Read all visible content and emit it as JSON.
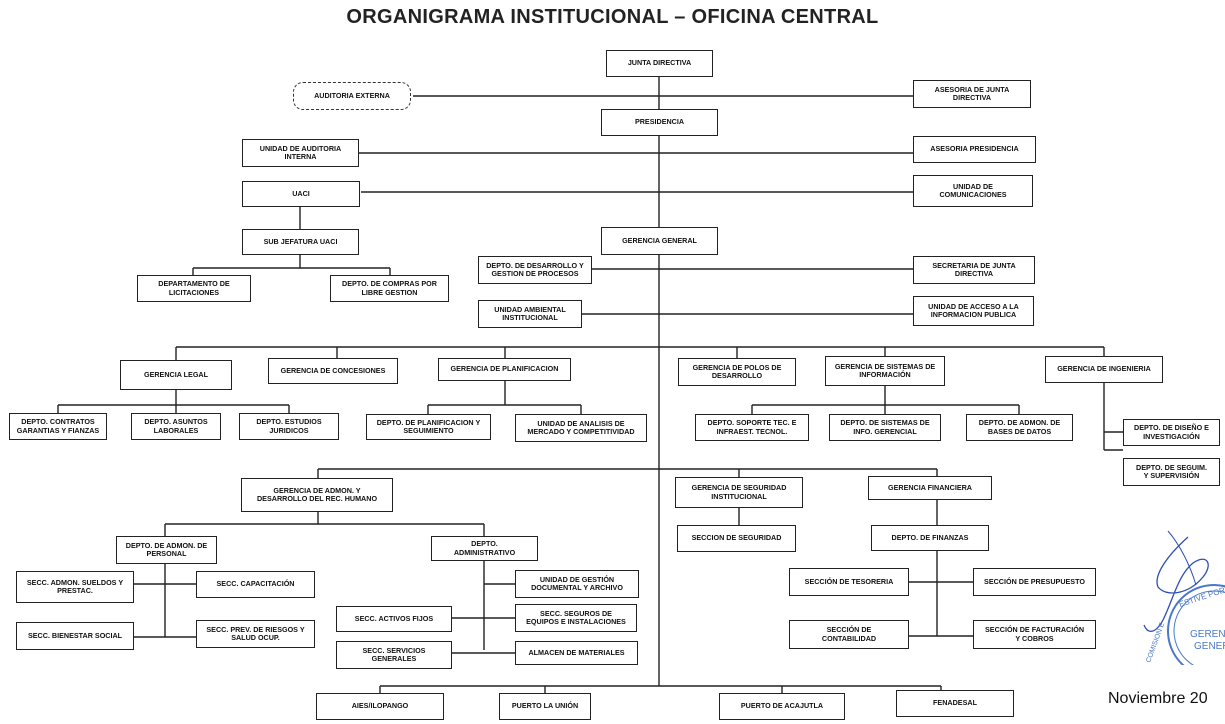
{
  "title": "ORGANIGRAMA INSTITUCIONAL – OFICINA CENTRAL",
  "date_text": "Noviembre 20",
  "stamp": {
    "text_top": "ESTIVE PORT",
    "text_left": "COMISION E",
    "text_right_1": "GERENC",
    "text_right_2": "GENER"
  },
  "nodes": {
    "junta_directiva": "JUNTA DIRECTIVA",
    "auditoria_externa": "AUDITORIA EXTERNA",
    "asesoria_junta": "ASESORIA DE JUNTA\nDIRECTIVA",
    "presidencia": "PRESIDENCIA",
    "unidad_auditoria_interna": "UNIDAD DE AUDITORIA\nINTERNA",
    "asesoria_presidencia": "ASESORIA PRESIDENCIA",
    "uaci": "UACI",
    "unidad_comunicaciones": "UNIDAD DE\nCOMUNICACIONES",
    "sub_jefatura_uaci": "SUB JEFATURA UACI",
    "gerencia_general": "GERENCIA GENERAL",
    "depto_licitaciones": "DEPARTAMENTO DE\nLICITACIONES",
    "depto_compras": "DEPTO. DE COMPRAS POR\nLIBRE GESTION",
    "depto_desarrollo_procesos": "DEPTO. DE DESARROLLO Y\nGESTION DE PROCESOS",
    "secretaria_junta": "SECRETARIA DE JUNTA\nDIRECTIVA",
    "unidad_ambiental": "UNIDAD AMBIENTAL\nINSTITUCIONAL",
    "unidad_acceso_info": "UNIDAD DE ACCESO A LA\nINFORMACION PUBLICA",
    "gerencia_legal": "GERENCIA LEGAL",
    "gerencia_concesiones": "GERENCIA DE CONCESIONES",
    "gerencia_planificacion": "GERENCIA DE PLANIFICACION",
    "gerencia_polos": "GERENCIA DE POLOS DE\nDESARROLLO",
    "gerencia_sistemas": "GERENCIA DE SISTEMAS DE\nINFORMACIÓN",
    "gerencia_ingenieria": "GERENCIA DE INGENIERIA",
    "depto_contratos": "DEPTO. CONTRATOS\nGARANTIAS Y FIANZAS",
    "depto_asuntos_laborales": "DEPTO. ASUNTOS\nLABORALES",
    "depto_estudios_juridicos": "DEPTO. ESTUDIOS\nJURIDICOS",
    "depto_planificacion_seguimiento": "DEPTO. DE PLANIFICACION Y\nSEGUIMIENTO",
    "unidad_analisis_mercado": "UNIDAD DE ANALISIS DE\nMERCADO Y COMPETITIVIDAD",
    "depto_soporte_tec": "DEPTO. SOPORTE TEC. E\nINFRAEST. TECNOL.",
    "depto_sistemas_info": "DEPTO. DE SISTEMAS DE\nINFO. GERENCIAL",
    "depto_bases_datos": "DEPTO. DE ADMON. DE\nBASES DE DATOS",
    "depto_diseno": "DEPTO. DE DISEÑO E\nINVESTIGACIÓN",
    "depto_seguimiento": "DEPTO. DE SEGUIM.\nY SUPERVISIÓN",
    "gerencia_rrhh": "GERENCIA DE ADMON. Y\nDESARROLLO DEL REC. HUMANO",
    "gerencia_seguridad": "GERENCIA DE SEGURIDAD\nINSTITUCIONAL",
    "gerencia_financiera": "GERENCIA FINANCIERA",
    "depto_admon_personal": "DEPTO. DE ADMON. DE\nPERSONAL",
    "depto_administrativo": "DEPTO.\nADMINISTRATIVO",
    "seccion_seguridad": "SECCION DE SEGURIDAD",
    "depto_finanzas": "DEPTO. DE FINANZAS",
    "secc_sueldos": "SECC. ADMON. SUELDOS Y\nPRESTAC.",
    "secc_capacitacion": "SECC. CAPACITACIÓN",
    "secc_bienestar": "SECC. BIENESTAR SOCIAL",
    "secc_riesgos": "SECC. PREV. DE RIESGOS Y\nSALUD OCUP.",
    "unidad_gestion_documental": "UNIDAD DE GESTIÓN\nDOCUMENTAL Y ARCHIVO",
    "secc_activos_fijos": "SECC. ACTIVOS FIJOS",
    "secc_seguros": "SECC. SEGUROS DE\nEQUIPOS E INSTALACIONES",
    "secc_servicios_generales": "SECC. SERVICIOS\nGENERALES",
    "almacen_materiales": "ALMACEN DE MATERIALES",
    "seccion_tesoreria": "SECCIÓN DE TESORERIA",
    "seccion_presupuesto": "SECCIÓN DE PRESUPUESTO",
    "seccion_contabilidad": "SECCIÓN DE\nCONTABILIDAD",
    "seccion_facturacion": "SECCIÓN DE FACTURACIÓN\nY COBROS",
    "aies_ilopango": "AIES/ILOPANGO",
    "puerto_la_union": "PUERTO LA UNIÓN",
    "puerto_acajutla": "PUERTO DE ACAJUTLA",
    "fenadesal": "FENADESAL"
  }
}
